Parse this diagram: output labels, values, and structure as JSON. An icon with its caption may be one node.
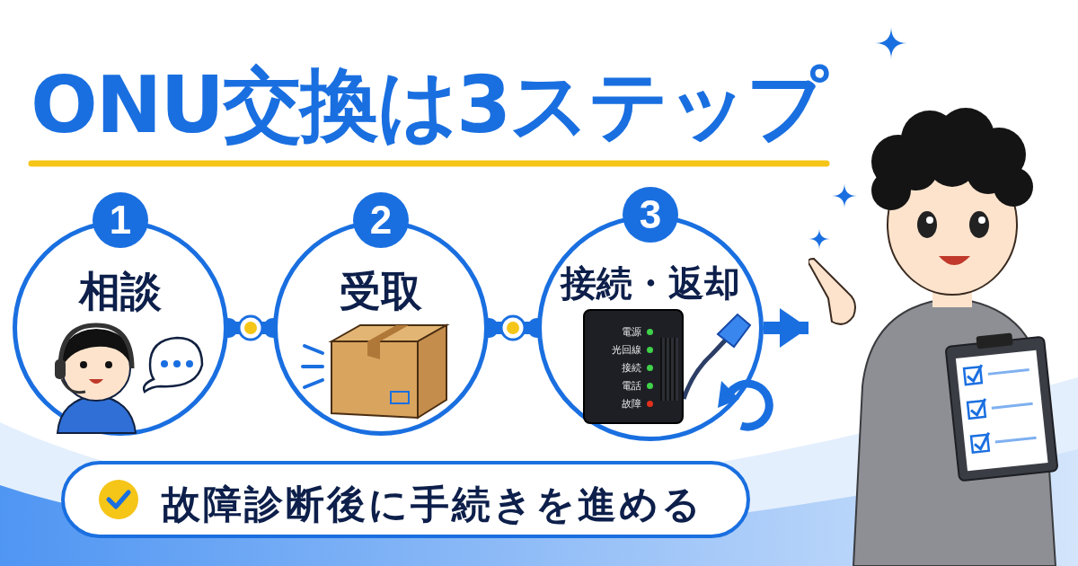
{
  "diagram": {
    "title": "ONU交換は3ステップ",
    "nodes": [
      {
        "text": [
          "1",
          "相談"
        ]
      },
      {
        "text": [
          "2",
          "受取"
        ]
      },
      {
        "text": [
          "3",
          "接続・返却"
        ]
      },
      {
        "text": [
          "電源",
          "光回線",
          "接続",
          "電話",
          "故障"
        ],
        "in": 2
      },
      {
        "text": [
          "故障診断後に手続きを進める"
        ]
      },
      {
        "text": [],
        "shape": "person"
      }
    ],
    "edges": [
      {
        "from": 0,
        "to": 1,
        "arrow": "other"
      },
      {
        "from": 1,
        "to": 2,
        "arrow": "other"
      },
      {
        "from": 2,
        "to": 5,
        "arrow": "to"
      }
    ]
  }
}
